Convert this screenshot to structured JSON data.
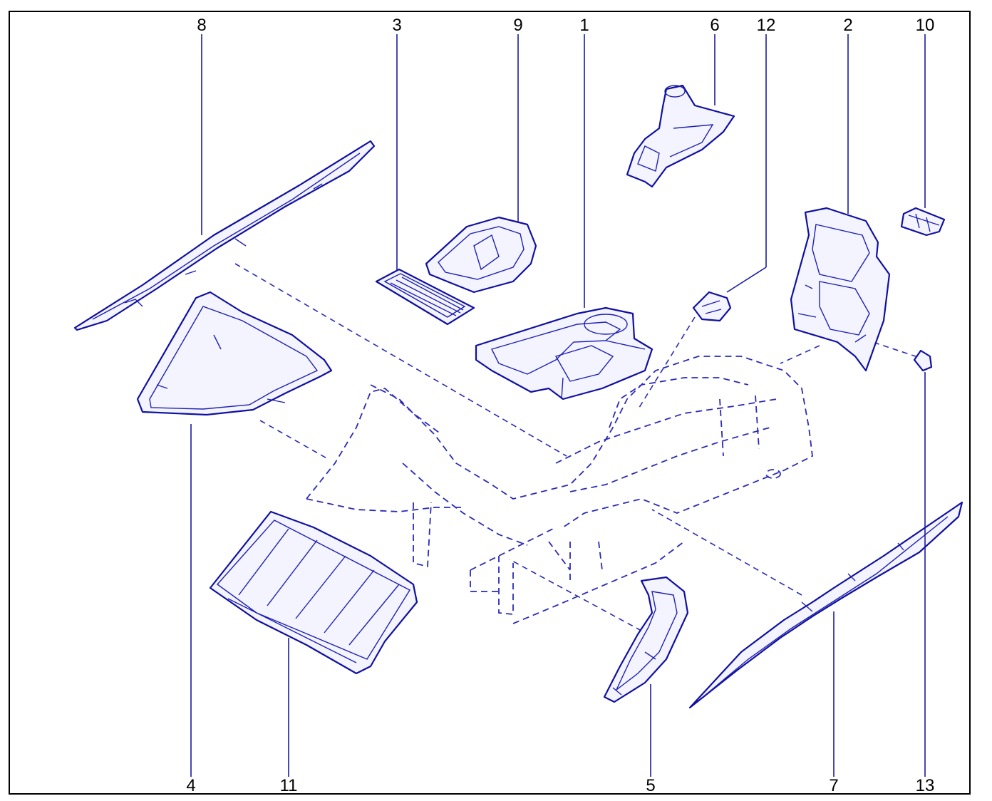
{
  "diagram": {
    "labels": {
      "l1": "1",
      "l2": "2",
      "l3": "3",
      "l4": "4",
      "l5": "5",
      "l6": "6",
      "l7": "7",
      "l8": "8",
      "l9": "9",
      "l10": "10",
      "l11": "11",
      "l12": "12",
      "l13": "13"
    },
    "colors": {
      "line": "#1010a0",
      "frame": "#000000",
      "background": "#ffffff"
    }
  }
}
